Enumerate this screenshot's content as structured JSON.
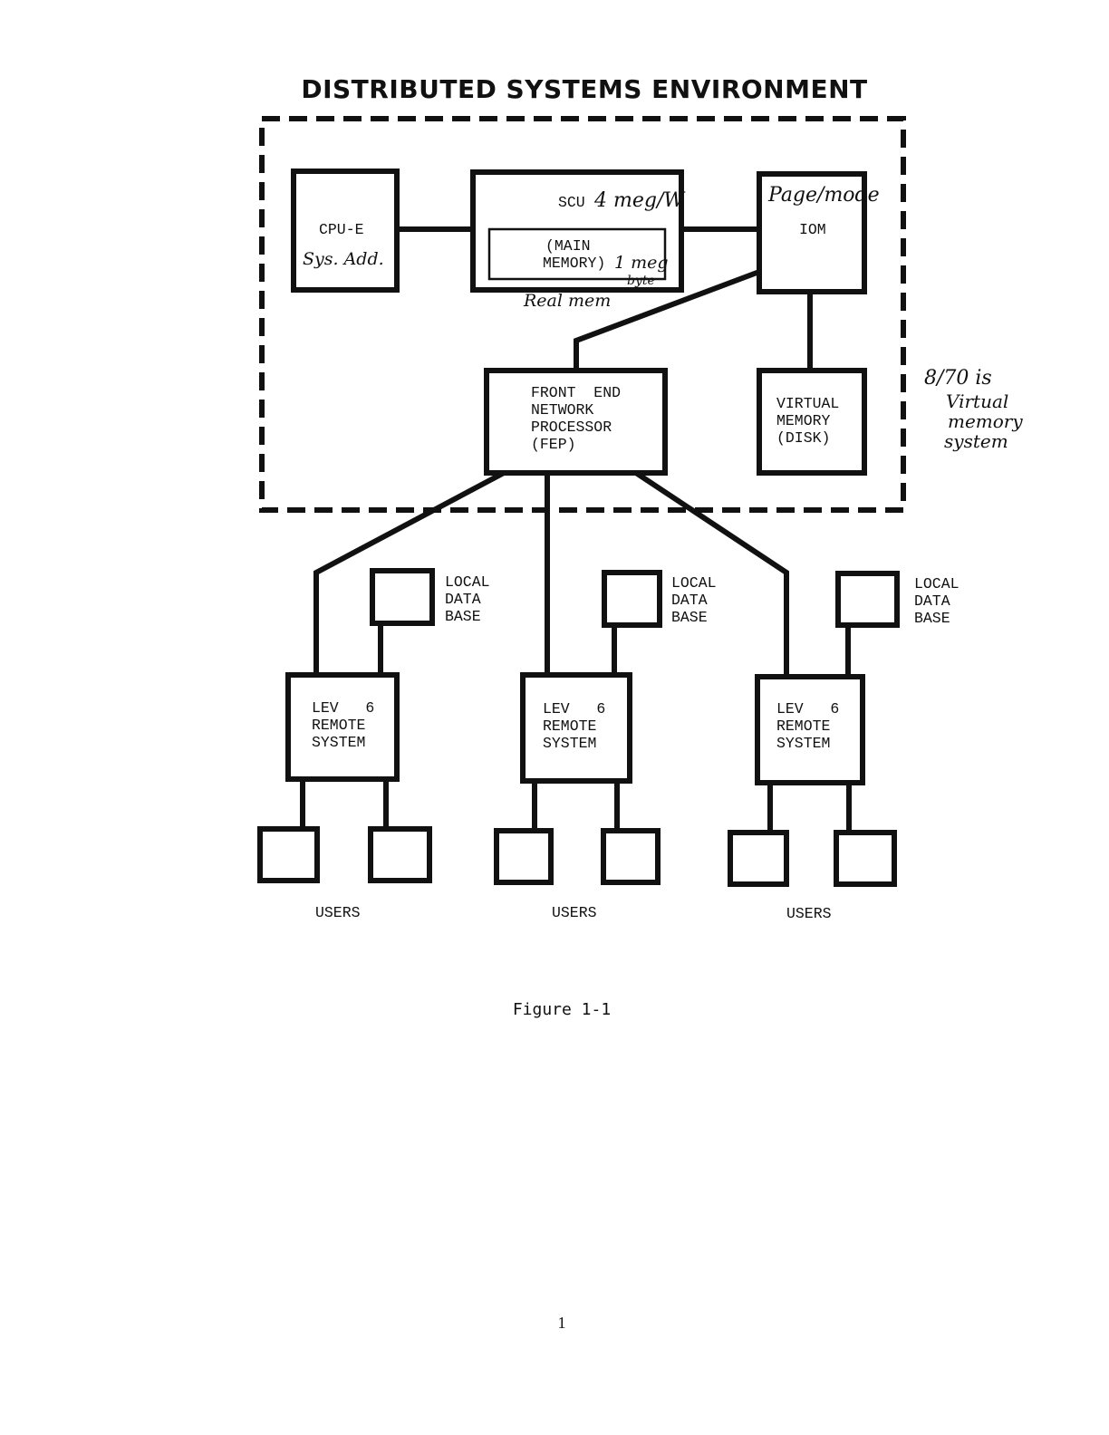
{
  "title": "DISTRIBUTED SYSTEMS ENVIRONMENT",
  "nodes": {
    "cpu": [
      "CPU-E"
    ],
    "scu": "SCU",
    "main_memory": [
      "(MAIN",
      "MEMORY)"
    ],
    "iom": [
      "IOM"
    ],
    "fep": [
      "FRONT  END",
      "NETWORK",
      "PROCESSOR",
      "(FEP)"
    ],
    "virtual_memory": [
      "VIRTUAL",
      "MEMORY",
      "(DISK)"
    ],
    "local_db": [
      "LOCAL",
      "DATA",
      "BASE"
    ],
    "remote": [
      "LEV   6",
      "REMOTE",
      "SYSTEM"
    ],
    "users": "USERS"
  },
  "handwritten": {
    "cpu_note": "Sys. Add.",
    "scu_note": "4 meg/W",
    "memory_note_1": "1 meg",
    "memory_note_2": "byte",
    "real_mem": "Real mem",
    "iom_note": "Page/mode",
    "side_note": [
      "8/70 is",
      "Virtual",
      "memory",
      "system"
    ]
  },
  "caption": "Figure 1-1",
  "page_number": "1"
}
